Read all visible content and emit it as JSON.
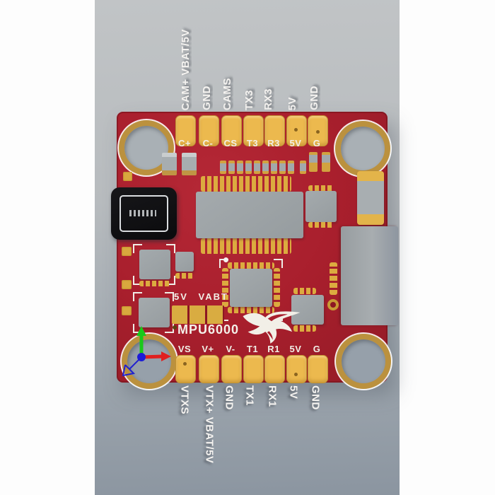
{
  "photo": {
    "callouts": {
      "top": [
        "CAM+ VBAT/5V",
        "GND",
        "CAMS",
        "TX3",
        "RX3",
        "5V",
        "GND"
      ],
      "bottom": [
        "VTXS",
        "VTX+ VBAT/5V",
        "GND",
        "TX1",
        "RX1",
        "5V",
        "GND"
      ]
    },
    "board": {
      "top_pad_silk": [
        "C+",
        "C-",
        "CS",
        "T3",
        "R3",
        "5V",
        "G"
      ],
      "bottom_pad_silk": [
        "VS",
        "V+",
        "V-",
        "T1",
        "R1",
        "5V",
        "G"
      ],
      "silk_power_label": "5V VABT",
      "silk_imu_label": "MPU6000"
    },
    "colors": {
      "board_red": "#a91f2d",
      "pad_gold": "#ecb94e",
      "silk_white": "#f2efe7",
      "background_top": "#c1c4c6",
      "background_bottom": "#8b95a0",
      "axis_x_red": "#e02020",
      "axis_y_green": "#19c819",
      "axis_z_blue": "#2121cf"
    }
  }
}
